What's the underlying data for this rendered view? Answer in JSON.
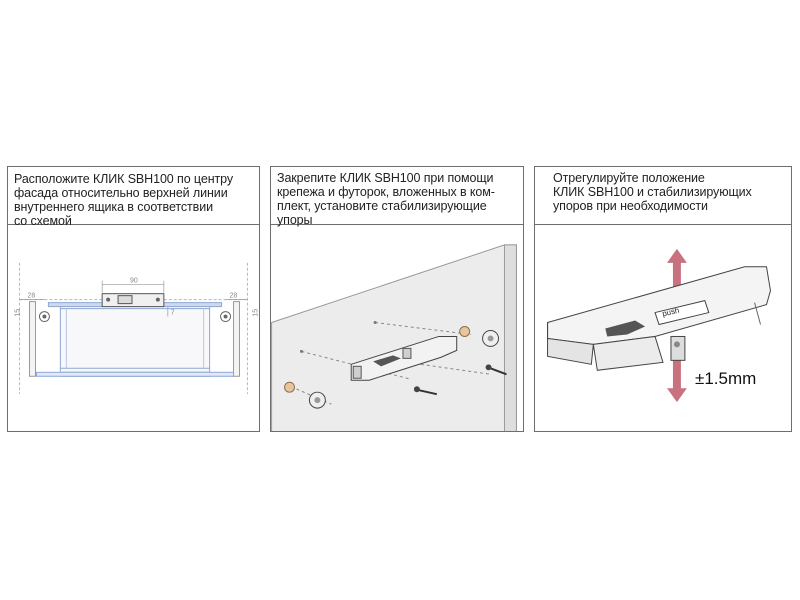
{
  "steps": [
    {
      "caption_lines": [
        "Расположите КЛИК SBH100 по центру",
        "фасада относительно верхней линии",
        "внутреннего ящика в соответствии",
        "со схемой"
      ],
      "dimensions": {
        "center_width": "90",
        "left_offset": "28",
        "right_offset": "28",
        "left_height": "15",
        "right_height": "15",
        "depth": "7"
      }
    },
    {
      "caption_lines": [
        "Закрепите КЛИК SBH100 при помощи",
        "крепежа и футорок, вложенных в ком-",
        "плект, установите стабилизирующие",
        "упоры"
      ]
    },
    {
      "caption_lines": [
        "Отрегулируйте положение",
        "КЛИК SBH100 и стабилизирующих",
        "упоров при необходимости"
      ],
      "tolerance": "±1.5mm",
      "device_label": "push"
    }
  ],
  "colors": {
    "arrow": "#c8727f",
    "border": "#6e6e6e",
    "dimension": "#888888",
    "drawer_blue": "#8ea7d4"
  }
}
